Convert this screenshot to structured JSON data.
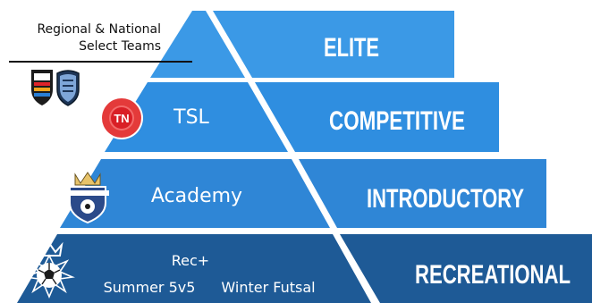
{
  "header_note": {
    "line1": "Regional & National",
    "line2": "Select Teams"
  },
  "tiers": [
    {
      "id": "elite",
      "level": "ELITE",
      "program_lines": [],
      "logos": [
        "rush-logo",
        "shield-logo"
      ]
    },
    {
      "id": "competitive",
      "level": "COMPETITIVE",
      "program_lines": [
        "TSL"
      ],
      "logos": [
        "tn-soccer-logo"
      ]
    },
    {
      "id": "introductory",
      "level": "INTRODUCTORY",
      "program_lines": [
        "Academy"
      ],
      "logos": [
        "blount-united-logo"
      ]
    },
    {
      "id": "recreational",
      "level": "RECREATIONAL",
      "program_lines": [
        "Rec+",
        "Summer 5v5",
        "Winter Futsal"
      ],
      "logos": [
        "soccer-ball-crest-logo"
      ]
    }
  ],
  "colors": {
    "tier_elite": "#3b99e6",
    "tier_competitive": "#2f8ee0",
    "tier_introductory": "#2f86d6",
    "tier_recreational": "#1e5a96",
    "divider": "#ffffff",
    "note_rule": "#111111"
  }
}
